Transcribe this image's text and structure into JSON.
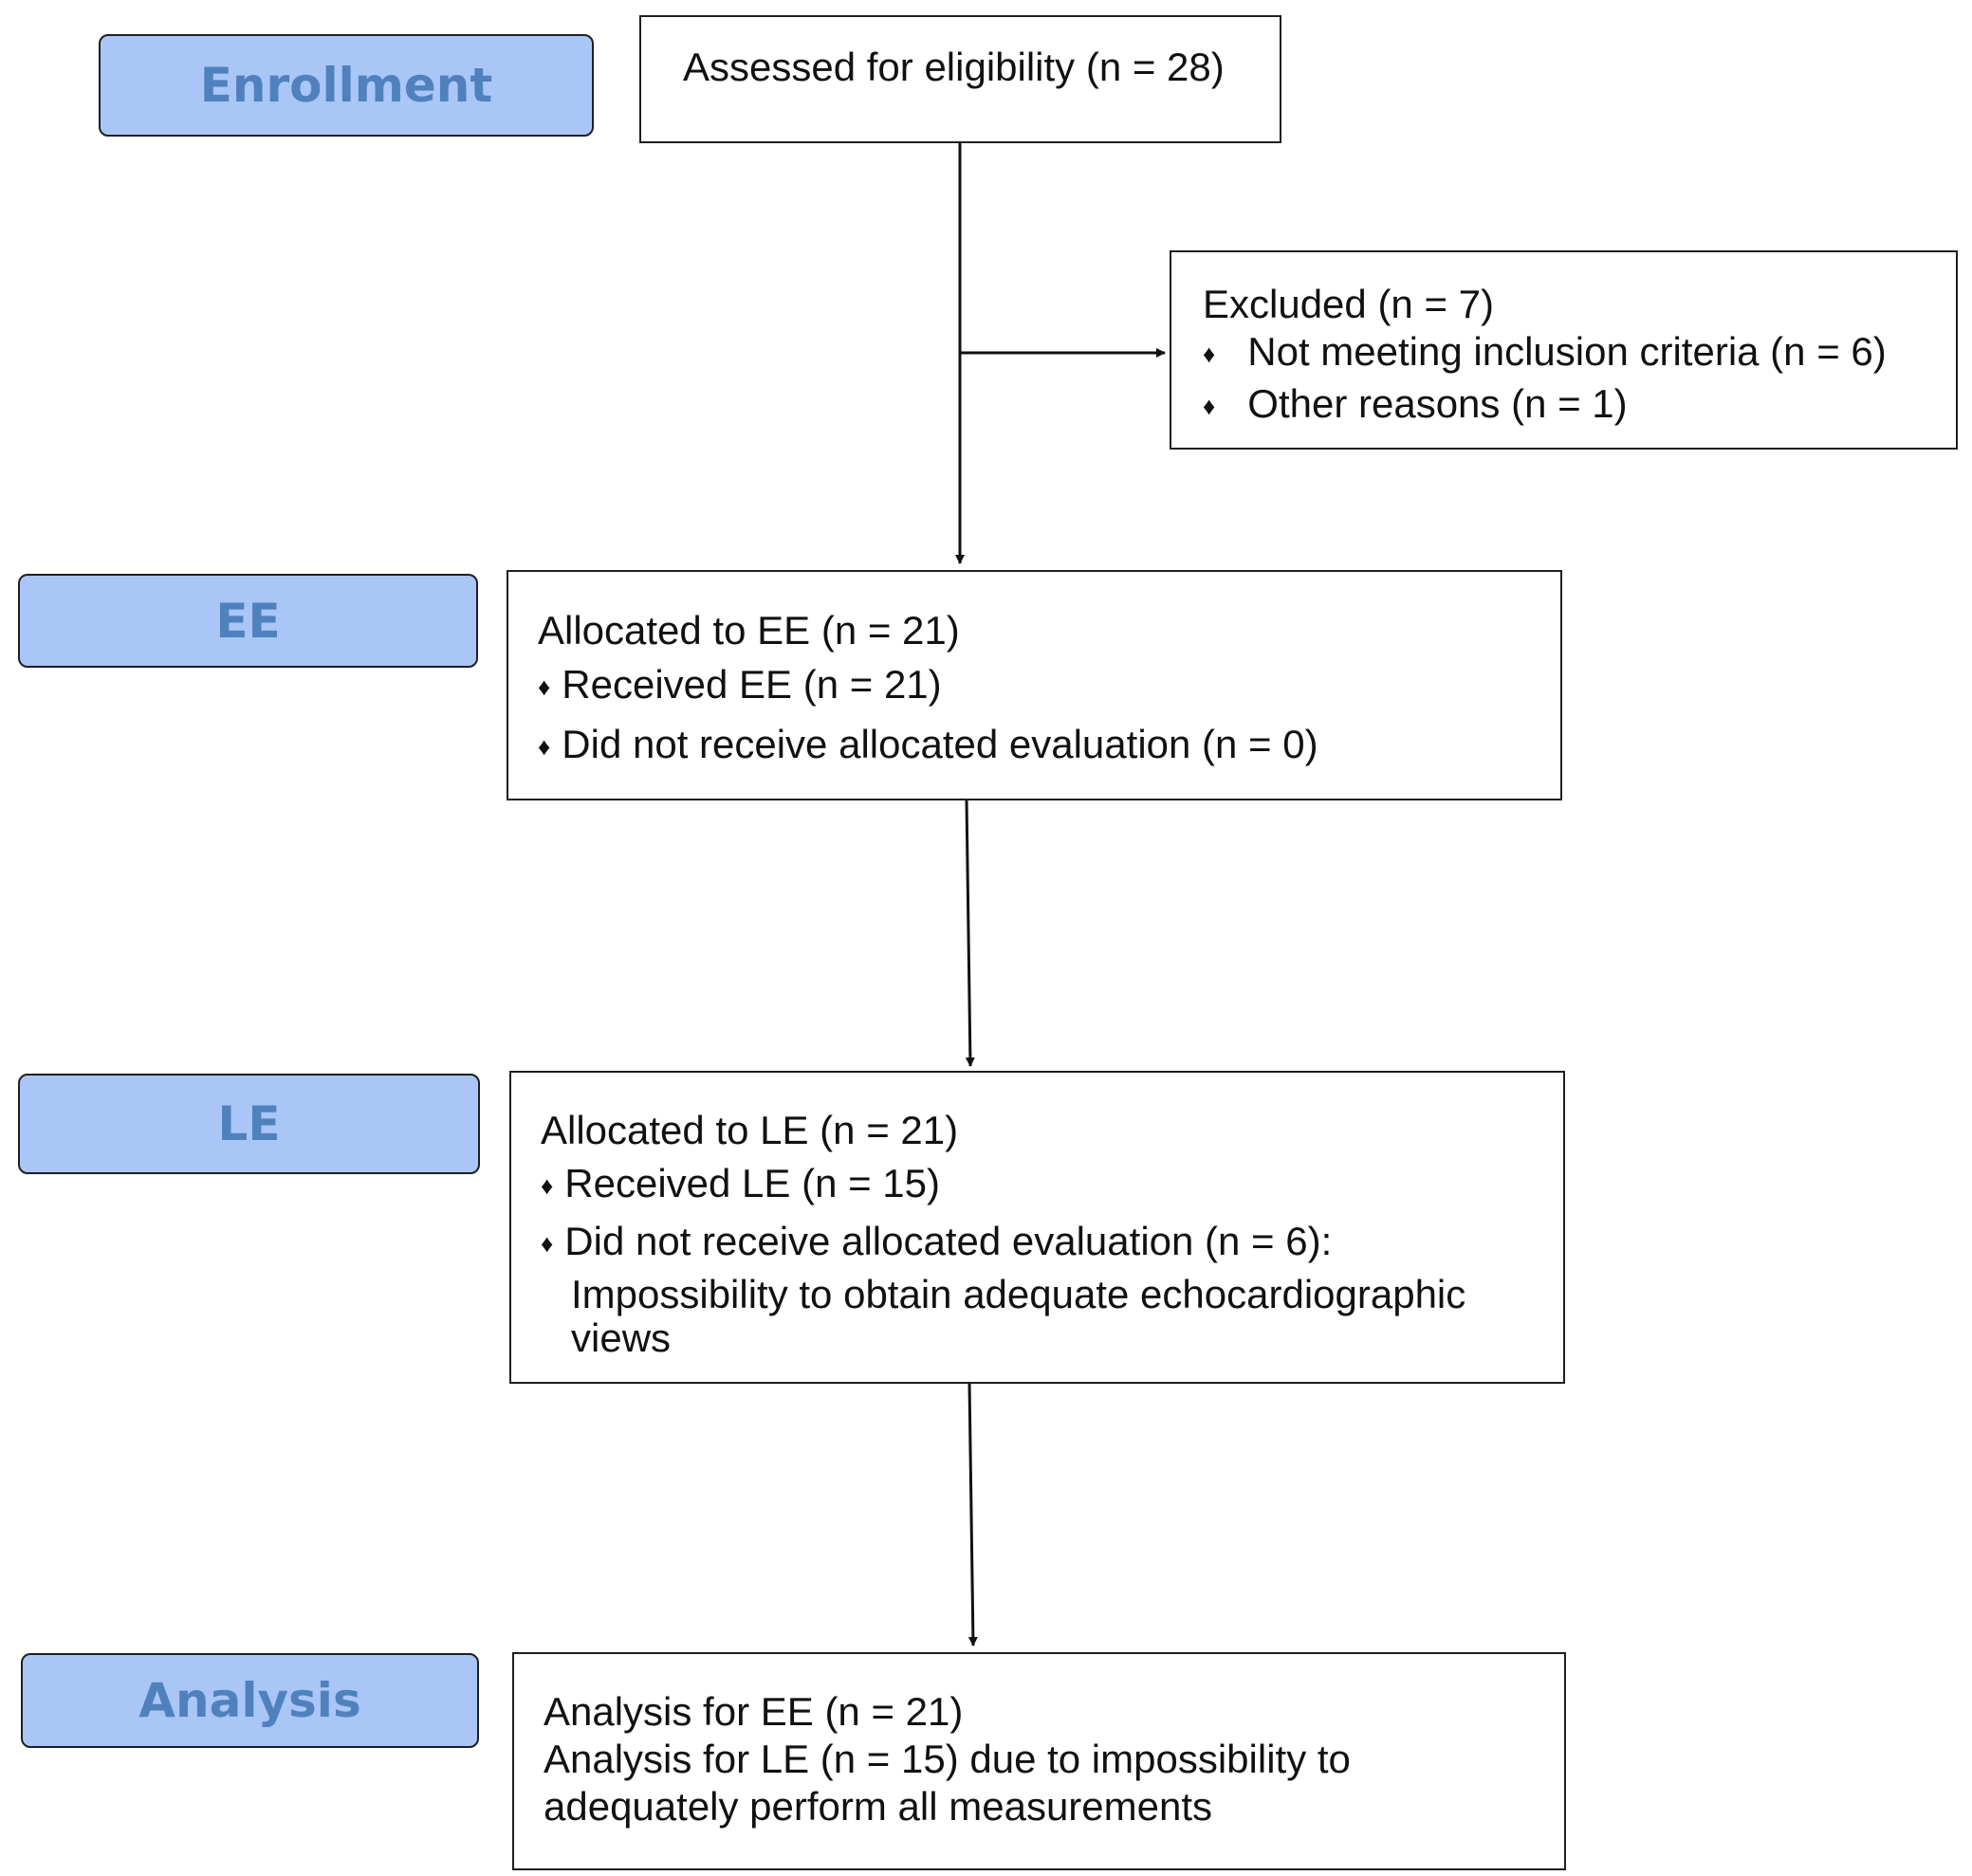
{
  "stages": {
    "enrollment": "Enrollment",
    "ee": "EE",
    "le": "LE",
    "analysis": "Analysis"
  },
  "assessed": {
    "text": "Assessed for eligibility (n = 28)"
  },
  "excluded": {
    "title": "Excluded (n = 7)",
    "items": [
      "Not meeting inclusion criteria (n = 6)",
      "Other reasons (n = 1)"
    ]
  },
  "ee_box": {
    "title": "Allocated to EE (n = 21)",
    "items": [
      "Received EE (n = 21)",
      "Did not receive allocated evaluation (n = 0)"
    ]
  },
  "le_box": {
    "title": "Allocated to LE (n = 21)",
    "items": [
      "Received LE (n = 15)",
      "Did not receive allocated evaluation (n = 6):"
    ],
    "note_lines": [
      "Impossibility to obtain adequate echocardiographic",
      "views"
    ]
  },
  "analysis_box": {
    "lines": [
      "Analysis for EE (n = 21)",
      "Analysis for LE (n = 15) due to impossibility to",
      "adequately perform all measurements"
    ]
  },
  "bullet_glyph": "♦",
  "colors": {
    "stage_fill": "#a9c6f7",
    "stage_text": "#4f81bd",
    "line": "#111111"
  }
}
